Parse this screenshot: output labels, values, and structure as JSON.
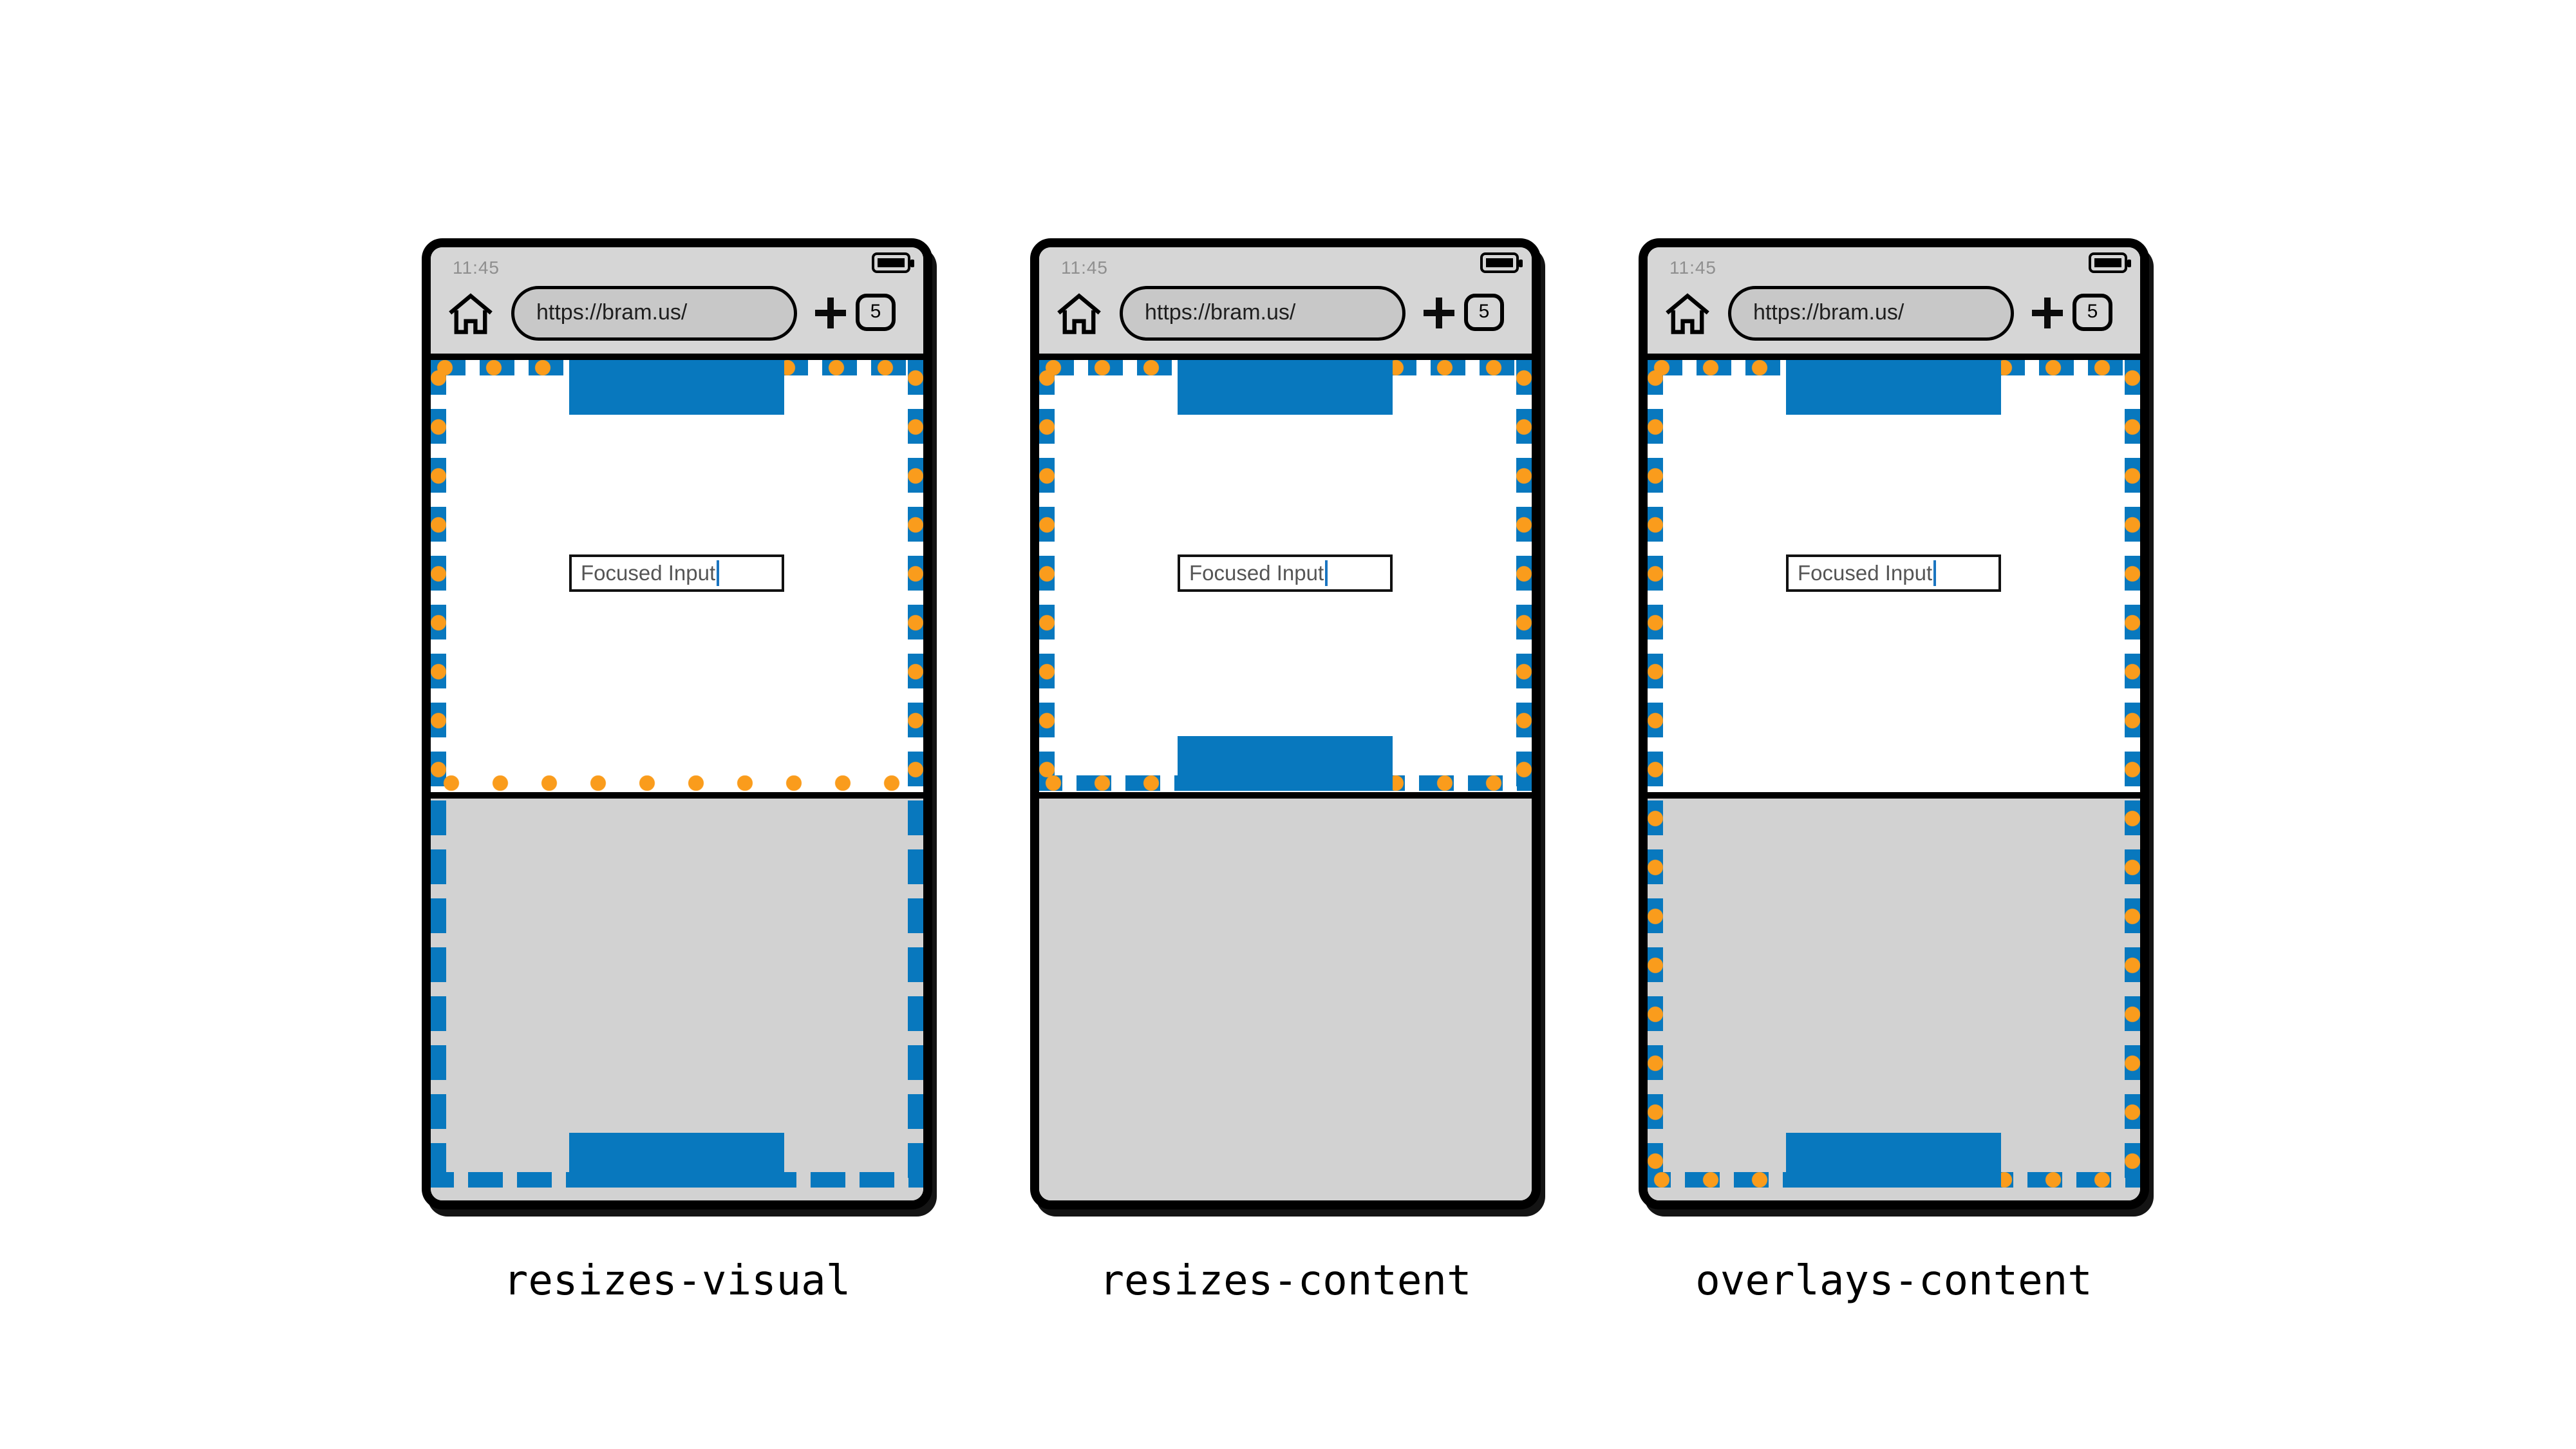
{
  "chrome": {
    "time": "11:45",
    "url": "https://bram.us/",
    "tab_count": "5",
    "icons": {
      "battery": "battery-full-icon",
      "home": "home-icon",
      "new_tab": "plus-icon"
    }
  },
  "page": {
    "input_value": "Focused Input"
  },
  "phones": [
    {
      "label": "resizes-visual"
    },
    {
      "label": "resizes-content"
    },
    {
      "label": "overlays-content"
    }
  ],
  "colors": {
    "viewport_blue": "#0878BE",
    "viewport_orange": "#FA9C1C",
    "chrome_gray": "#D6D6D6",
    "url_pill_gray": "#C8C8C8",
    "keyboard_gray": "#D2D2D2"
  }
}
